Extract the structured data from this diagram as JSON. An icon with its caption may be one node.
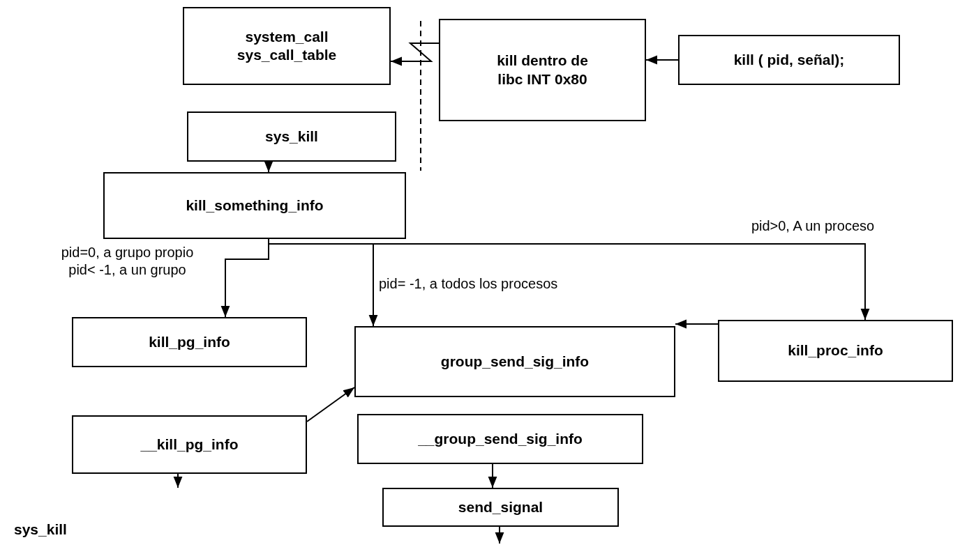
{
  "diagram": {
    "nodes": [
      {
        "text": [
          "system_call sys_call_table"
        ]
      },
      {
        "text": [
          "kill dentro de libc INT 0x80"
        ]
      },
      {
        "text": [
          "kill ( pid, señal);"
        ]
      },
      {
        "text": [
          "sys_kill"
        ]
      },
      {
        "text": [
          "kill_something_info"
        ]
      },
      {
        "text": [
          "kill_pg_info"
        ]
      },
      {
        "text": [
          "group_send_sig_info"
        ]
      },
      {
        "text": [
          "kill_proc_info"
        ]
      },
      {
        "text": [
          "__kill_pg_info"
        ]
      },
      {
        "text": [
          "__group_send_sig_info"
        ]
      },
      {
        "text": [
          "send_signal"
        ]
      }
    ],
    "edges": [
      {
        "from": 2,
        "to": 1,
        "arrow": "to"
      },
      {
        "from": 1,
        "to": 0,
        "arrow": "to"
      },
      {
        "from": 3,
        "to": 4,
        "arrow": "to"
      },
      {
        "from": 4,
        "to": 5,
        "arrow": "to",
        "label": "pid=0, a grupo propio pid< -1, a un grupo"
      },
      {
        "from": 4,
        "to": 6,
        "arrow": "to",
        "label": "pid= -1, a todos los procesos"
      },
      {
        "from": 4,
        "to": 7,
        "arrow": "to",
        "label": "pid>0, A un proceso"
      },
      {
        "from": 7,
        "to": 6,
        "arrow": "to"
      },
      {
        "from": 8,
        "to": 6,
        "arrow": "to"
      },
      {
        "from": 8,
        "to": null,
        "arrow": "to"
      },
      {
        "from": 9,
        "to": 10,
        "arrow": "to"
      },
      {
        "from": 10,
        "to": null,
        "arrow": "to"
      }
    ],
    "labels": [
      "sys_kill"
    ]
  }
}
